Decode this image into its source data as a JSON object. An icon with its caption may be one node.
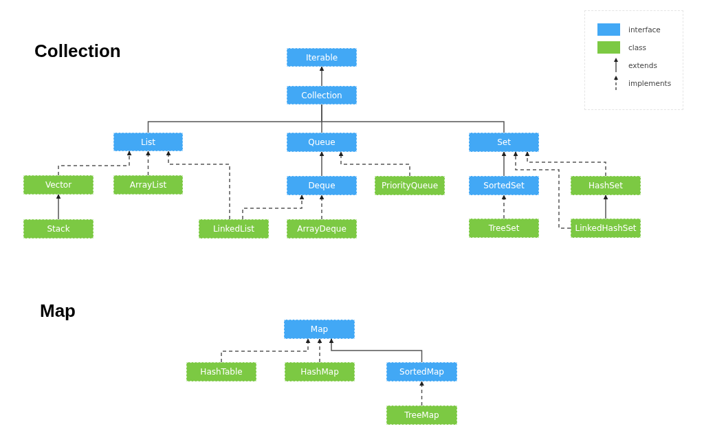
{
  "diagram": {
    "nodes": [
      {
        "text": [
          "Iterable"
        ]
      },
      {
        "text": [
          "Collection"
        ]
      },
      {
        "text": [
          "List"
        ]
      },
      {
        "text": [
          "Queue"
        ]
      },
      {
        "text": [
          "Set"
        ]
      },
      {
        "text": [
          "Vector"
        ]
      },
      {
        "text": [
          "ArrayList"
        ]
      },
      {
        "text": [
          "Deque"
        ]
      },
      {
        "text": [
          "PriorityQueue"
        ]
      },
      {
        "text": [
          "SortedSet"
        ]
      },
      {
        "text": [
          "HashSet"
        ]
      },
      {
        "text": [
          "Stack"
        ]
      },
      {
        "text": [
          "LinkedList"
        ]
      },
      {
        "text": [
          "ArrayDeque"
        ]
      },
      {
        "text": [
          "TreeSet"
        ]
      },
      {
        "text": [
          "LinkedHashSet"
        ]
      },
      {
        "text": [
          "Map"
        ]
      },
      {
        "text": [
          "HashTable"
        ]
      },
      {
        "text": [
          "HashMap"
        ]
      },
      {
        "text": [
          "SortedMap"
        ]
      },
      {
        "text": [
          "TreeMap"
        ]
      }
    ],
    "edges": [
      {
        "from": 1,
        "to": 0,
        "arrow": "to"
      },
      {
        "from": 2,
        "to": 1,
        "arrow": "none"
      },
      {
        "from": 3,
        "to": 1,
        "arrow": "none"
      },
      {
        "from": 4,
        "to": 1,
        "arrow": "none"
      },
      {
        "from": 5,
        "to": 2,
        "arrow": "to",
        "style": "dashed"
      },
      {
        "from": 6,
        "to": 2,
        "arrow": "to",
        "style": "dashed"
      },
      {
        "from": 12,
        "to": 2,
        "arrow": "to",
        "style": "dashed"
      },
      {
        "from": 7,
        "to": 3,
        "arrow": "to"
      },
      {
        "from": 8,
        "to": 3,
        "arrow": "to",
        "style": "dashed"
      },
      {
        "from": 11,
        "to": 5,
        "arrow": "to"
      },
      {
        "from": 12,
        "to": 7,
        "arrow": "to",
        "style": "dashed"
      },
      {
        "from": 13,
        "to": 7,
        "arrow": "to",
        "style": "dashed"
      },
      {
        "from": 9,
        "to": 4,
        "arrow": "to"
      },
      {
        "from": 14,
        "to": 9,
        "arrow": "to",
        "style": "dashed"
      },
      {
        "from": 10,
        "to": 4,
        "arrow": "to",
        "style": "dashed"
      },
      {
        "from": 15,
        "to": 4,
        "arrow": "to",
        "style": "dashed"
      },
      {
        "from": 15,
        "to": 10,
        "arrow": "to"
      },
      {
        "from": 17,
        "to": 16,
        "arrow": "to",
        "style": "dashed"
      },
      {
        "from": 18,
        "to": 16,
        "arrow": "to",
        "style": "dashed"
      },
      {
        "from": 19,
        "to": 16,
        "arrow": "to"
      },
      {
        "from": 20,
        "to": 19,
        "arrow": "to",
        "style": "dashed"
      }
    ],
    "labels": [
      "Collection",
      "Map"
    ],
    "legend": [
      {
        "text": "interface",
        "color": "#42a8f5"
      },
      {
        "text": "class",
        "color": "#7cc943"
      },
      {
        "text": "extends"
      },
      {
        "text": "implements"
      }
    ]
  }
}
